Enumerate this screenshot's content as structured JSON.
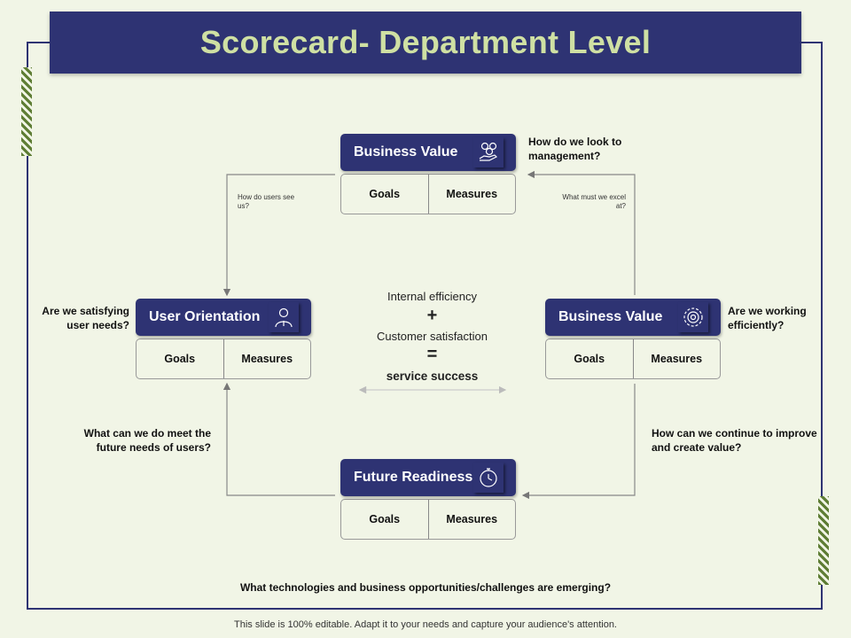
{
  "title": "Scorecard- Department Level",
  "nodes": {
    "top": {
      "label": "Business Value",
      "goals": "Goals",
      "measures": "Measures",
      "icon": "money-hand-icon"
    },
    "left": {
      "label": "User Orientation",
      "goals": "Goals",
      "measures": "Measures",
      "icon": "user-icon"
    },
    "right": {
      "label": "Business Value",
      "goals": "Goals",
      "measures": "Measures",
      "icon": "gear-icon"
    },
    "bottom": {
      "label": "Future Readiness",
      "goals": "Goals",
      "measures": "Measures",
      "icon": "stopwatch-icon"
    }
  },
  "questions": {
    "top_right": "How do we look to management?",
    "left": "Are we satisfying user needs?",
    "right": "Are we working efficiently?",
    "bottom_left": "What can we do meet the future needs of users?",
    "bottom_right": "How can we continue to improve and create value?",
    "bottom": "What technologies and business opportunities/challenges are emerging?"
  },
  "small_labels": {
    "left_arrow": "How do users see us?",
    "right_arrow": "What must we excel at?"
  },
  "center": {
    "line1": "Internal efficiency",
    "plus": "+",
    "line2": "Customer satisfaction",
    "equals": "=",
    "result": "service success"
  },
  "footer": "This slide is 100% editable. Adapt it to your needs and capture your audience's attention.",
  "colors": {
    "navy": "#2e3373",
    "background": "#f1f5e6",
    "title_text": "#cfe0a3",
    "stripe": "#5e7d34"
  }
}
